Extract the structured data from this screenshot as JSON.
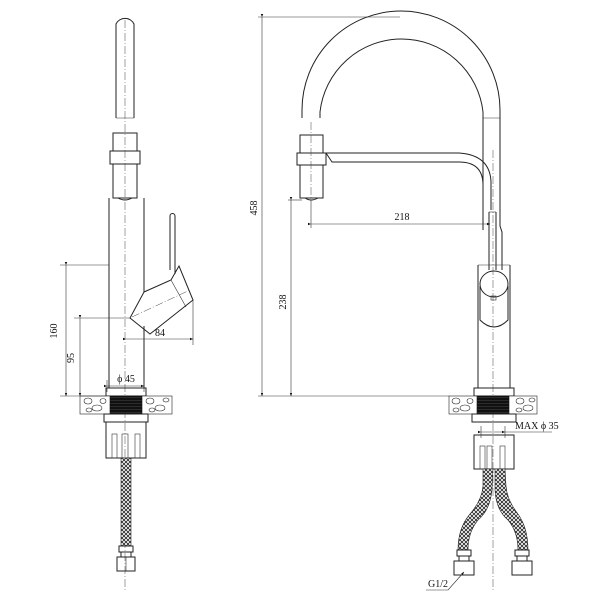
{
  "drawing": {
    "title": "Pull-down kitchen faucet technical drawing",
    "views": [
      "side-view",
      "front-view"
    ],
    "side_view": {
      "dimensions": {
        "overall_body_height": "160",
        "handle_axis_height": "95",
        "handle_reach": "84",
        "base_diameter": "ϕ 45"
      }
    },
    "front_view": {
      "dimensions": {
        "total_height": "458",
        "spout_outlet_height": "238",
        "spout_reach": "218",
        "max_hole_diameter": "MAX ϕ 35",
        "hose_connector": "G1/2"
      }
    }
  }
}
